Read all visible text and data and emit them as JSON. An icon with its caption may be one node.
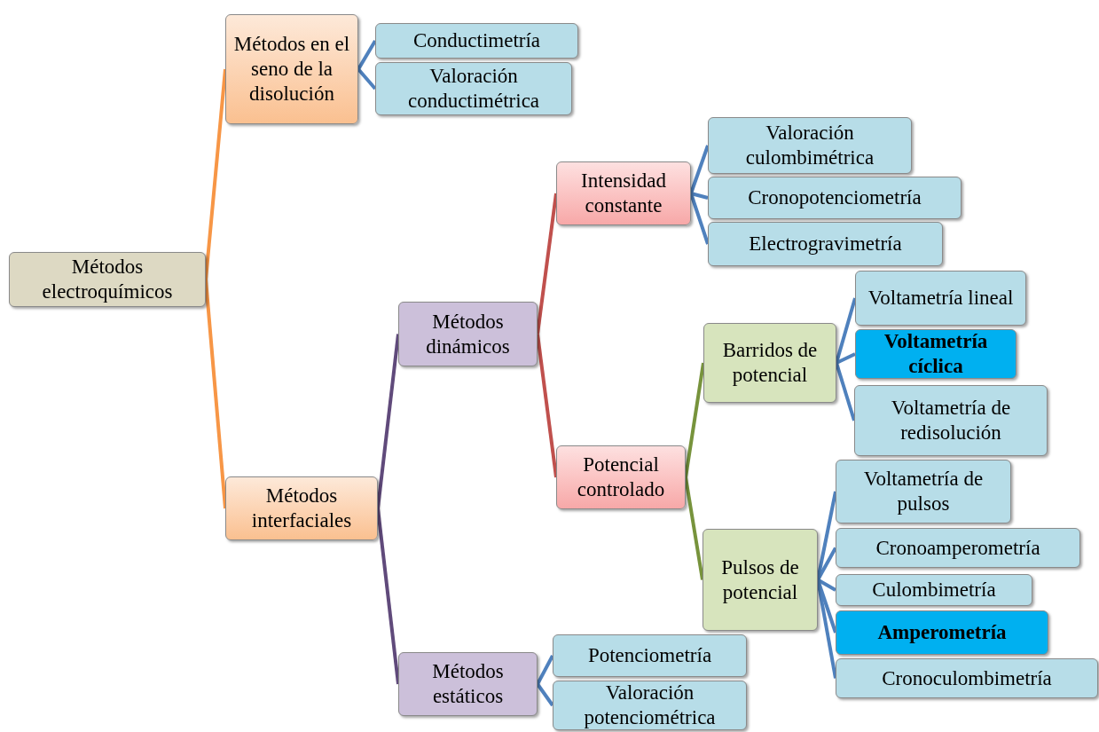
{
  "diagram": {
    "nodes": [
      {
        "text": [
          "Métodos electroquímicos"
        ]
      },
      {
        "text": [
          "Métodos en el seno de la disolución"
        ]
      },
      {
        "text": [
          "Conductimetría"
        ]
      },
      {
        "text": [
          "Valoración conductimétrica"
        ]
      },
      {
        "text": [
          "Métodos interfaciales"
        ]
      },
      {
        "text": [
          "Métodos dinámicos"
        ]
      },
      {
        "text": [
          "Intensidad constante"
        ]
      },
      {
        "text": [
          "Valoración culombimétrica"
        ]
      },
      {
        "text": [
          "Cronopotenciometría"
        ]
      },
      {
        "text": [
          "Electrogravimetría"
        ]
      },
      {
        "text": [
          "Potencial controlado"
        ]
      },
      {
        "text": [
          "Barridos de potencial"
        ]
      },
      {
        "text": [
          "Voltametría lineal"
        ]
      },
      {
        "text": [
          "Voltametría cíclica"
        ]
      },
      {
        "text": [
          "Voltametría de redisolución"
        ]
      },
      {
        "text": [
          "Pulsos de potencial"
        ]
      },
      {
        "text": [
          "Voltametría de pulsos"
        ]
      },
      {
        "text": [
          "Cronoamperometría"
        ]
      },
      {
        "text": [
          "Culombimetría"
        ]
      },
      {
        "text": [
          "Amperometría"
        ]
      },
      {
        "text": [
          "Cronoculombimetría"
        ]
      },
      {
        "text": [
          "Métodos estáticos"
        ]
      },
      {
        "text": [
          "Potenciometría"
        ]
      },
      {
        "text": [
          "Valoración potenciométrica"
        ]
      }
    ],
    "edges": [
      {
        "from": 0,
        "to": 1,
        "arrow": "none",
        "color": "#f79646"
      },
      {
        "from": 0,
        "to": 4,
        "arrow": "none",
        "color": "#f79646"
      },
      {
        "from": 1,
        "to": 2,
        "arrow": "none"
      },
      {
        "from": 1,
        "to": 3,
        "arrow": "none"
      },
      {
        "from": 4,
        "to": 5,
        "arrow": "none",
        "color": "#604a7b"
      },
      {
        "from": 4,
        "to": 21,
        "arrow": "none",
        "color": "#604a7b"
      },
      {
        "from": 5,
        "to": 6,
        "arrow": "none",
        "color": "#c0504d"
      },
      {
        "from": 5,
        "to": 10,
        "arrow": "none",
        "color": "#c0504d"
      },
      {
        "from": 6,
        "to": 7,
        "arrow": "none"
      },
      {
        "from": 6,
        "to": 8,
        "arrow": "none"
      },
      {
        "from": 6,
        "to": 9,
        "arrow": "none"
      },
      {
        "from": 10,
        "to": 11,
        "arrow": "none",
        "color": "#77933c"
      },
      {
        "from": 10,
        "to": 15,
        "arrow": "none",
        "color": "#77933c"
      },
      {
        "from": 11,
        "to": 12,
        "arrow": "none"
      },
      {
        "from": 11,
        "to": 13,
        "arrow": "none"
      },
      {
        "from": 11,
        "to": 14,
        "arrow": "none"
      },
      {
        "from": 15,
        "to": 16,
        "arrow": "none"
      },
      {
        "from": 15,
        "to": 17,
        "arrow": "none"
      },
      {
        "from": 15,
        "to": 18,
        "arrow": "none"
      },
      {
        "from": 15,
        "to": 19,
        "arrow": "none"
      },
      {
        "from": 15,
        "to": 20,
        "arrow": "none"
      },
      {
        "from": 21,
        "to": 22,
        "arrow": "none"
      },
      {
        "from": 21,
        "to": 23,
        "arrow": "none"
      }
    ]
  }
}
